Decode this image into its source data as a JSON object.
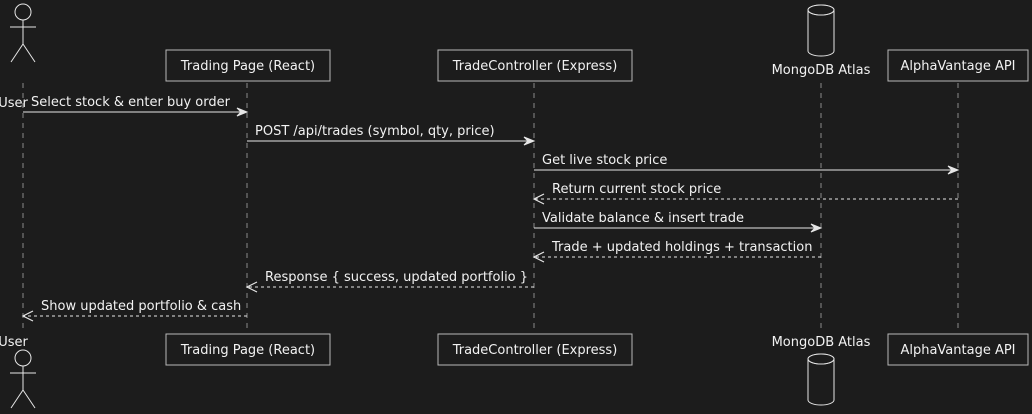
{
  "participants": [
    {
      "id": "user",
      "label": "User",
      "kind": "actor"
    },
    {
      "id": "trading_page",
      "label": "Trading Page (React)",
      "kind": "participant"
    },
    {
      "id": "trade_controller",
      "label": "TradeController (Express)",
      "kind": "participant"
    },
    {
      "id": "mongodb",
      "label": "MongoDB Atlas",
      "kind": "database"
    },
    {
      "id": "alphavantage",
      "label": "AlphaVantage API",
      "kind": "participant"
    }
  ],
  "messages": [
    {
      "from": "user",
      "to": "trading_page",
      "label": "Select stock & enter buy order",
      "style": "solid"
    },
    {
      "from": "trading_page",
      "to": "trade_controller",
      "label": "POST /api/trades (symbol, qty, price)",
      "style": "solid"
    },
    {
      "from": "trade_controller",
      "to": "alphavantage",
      "label": "Get live stock price",
      "style": "solid"
    },
    {
      "from": "alphavantage",
      "to": "trade_controller",
      "label": "Return current stock price",
      "style": "dashed"
    },
    {
      "from": "trade_controller",
      "to": "mongodb",
      "label": "Validate balance & insert trade",
      "style": "solid"
    },
    {
      "from": "mongodb",
      "to": "trade_controller",
      "label": "Trade + updated holdings + transaction",
      "style": "dashed"
    },
    {
      "from": "trade_controller",
      "to": "trading_page",
      "label": "Response { success, updated portfolio }",
      "style": "dashed"
    },
    {
      "from": "trading_page",
      "to": "user",
      "label": "Show updated portfolio & cash",
      "style": "dashed"
    }
  ],
  "colors": {
    "background": "#1c1c1c",
    "line": "#e6e6e6",
    "text": "#f2f2f2",
    "box_border": "#b8b8b8",
    "lifeline": "#8a8a8a"
  }
}
